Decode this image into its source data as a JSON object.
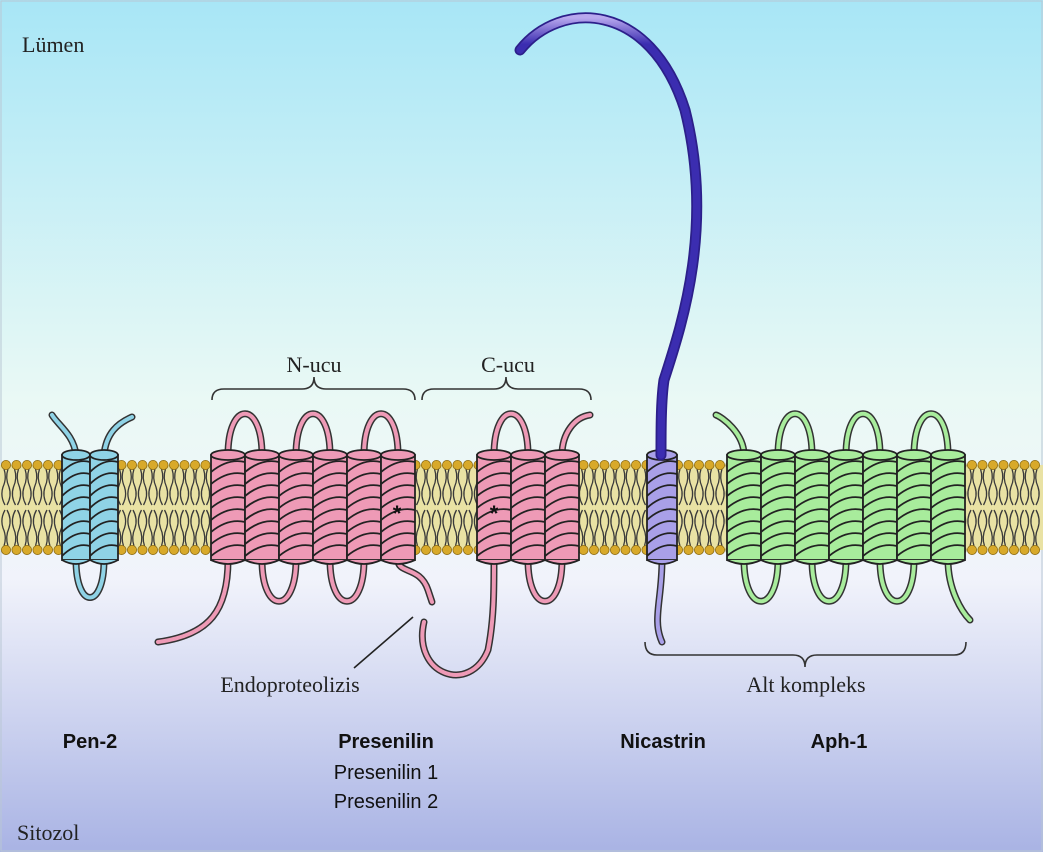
{
  "regions": {
    "lumen": "Lümen",
    "cytosol": "Sitozol"
  },
  "annotations": {
    "n_terminal": "N-ucu",
    "c_terminal": "C-ucu",
    "endoproteolysis": "Endoproteolizis",
    "subcomplex": "Alt kompleks",
    "active_site_marker": "*"
  },
  "proteins": {
    "pen2": "Pen-2",
    "presenilin": "Presenilin",
    "presenilin_1": "Presenilin 1",
    "presenilin_2": "Presenilin 2",
    "nicastrin": "Nicastrin",
    "aph1": "Aph-1"
  },
  "colors": {
    "lumen_top": "#a8e6f6",
    "lumen_mid": "#eafaf6",
    "cytosol_bottom": "#a9b3e4",
    "membrane_core": "#e9e2a4",
    "lipid_head": "#d8a92a",
    "pen2": "#8fd3e6",
    "presenilin": "#ee9ab6",
    "nicastrin": "#a9a0e8",
    "nicastrin_ecto": "#3b2db0",
    "aph1": "#a8ec9c"
  }
}
